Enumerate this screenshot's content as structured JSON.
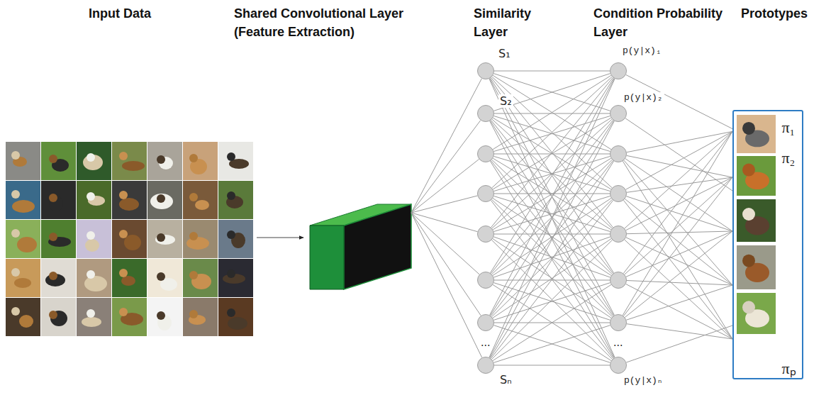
{
  "diagram": {
    "nodes": [
      {
        "text": [
          "S₁"
        ]
      },
      {
        "text": [
          "S₂"
        ]
      },
      {
        "text": [
          "Sₙ"
        ]
      },
      {
        "text": [
          "p(y|x)₁"
        ]
      },
      {
        "text": [
          "p(y|x)₂"
        ]
      },
      {
        "text": [
          "p(y|x)ₙ"
        ]
      },
      {
        "text": [
          "π₁",
          "π₂",
          "πₚ"
        ]
      }
    ],
    "edges": [
      {
        "from": 0,
        "to": 3,
        "arrow": "none"
      },
      {
        "from": 0,
        "to": 4,
        "arrow": "none"
      },
      {
        "from": 0,
        "to": 5,
        "arrow": "none"
      },
      {
        "from": 1,
        "to": 3,
        "arrow": "none"
      },
      {
        "from": 1,
        "to": 4,
        "arrow": "none"
      },
      {
        "from": 1,
        "to": 5,
        "arrow": "none"
      },
      {
        "from": 2,
        "to": 3,
        "arrow": "none"
      },
      {
        "from": 2,
        "to": 4,
        "arrow": "none"
      },
      {
        "from": 2,
        "to": 5,
        "arrow": "none"
      },
      {
        "from": 3,
        "to": 6,
        "arrow": "none"
      },
      {
        "from": 4,
        "to": 6,
        "arrow": "none"
      },
      {
        "from": 5,
        "to": 6,
        "arrow": "none"
      }
    ],
    "labels": [
      "Input Data",
      "Shared Convolutional Layer (Feature Extraction)",
      "Similarity Layer",
      "Condition Probability Layer",
      "Prototypes",
      "...",
      "..."
    ]
  }
}
